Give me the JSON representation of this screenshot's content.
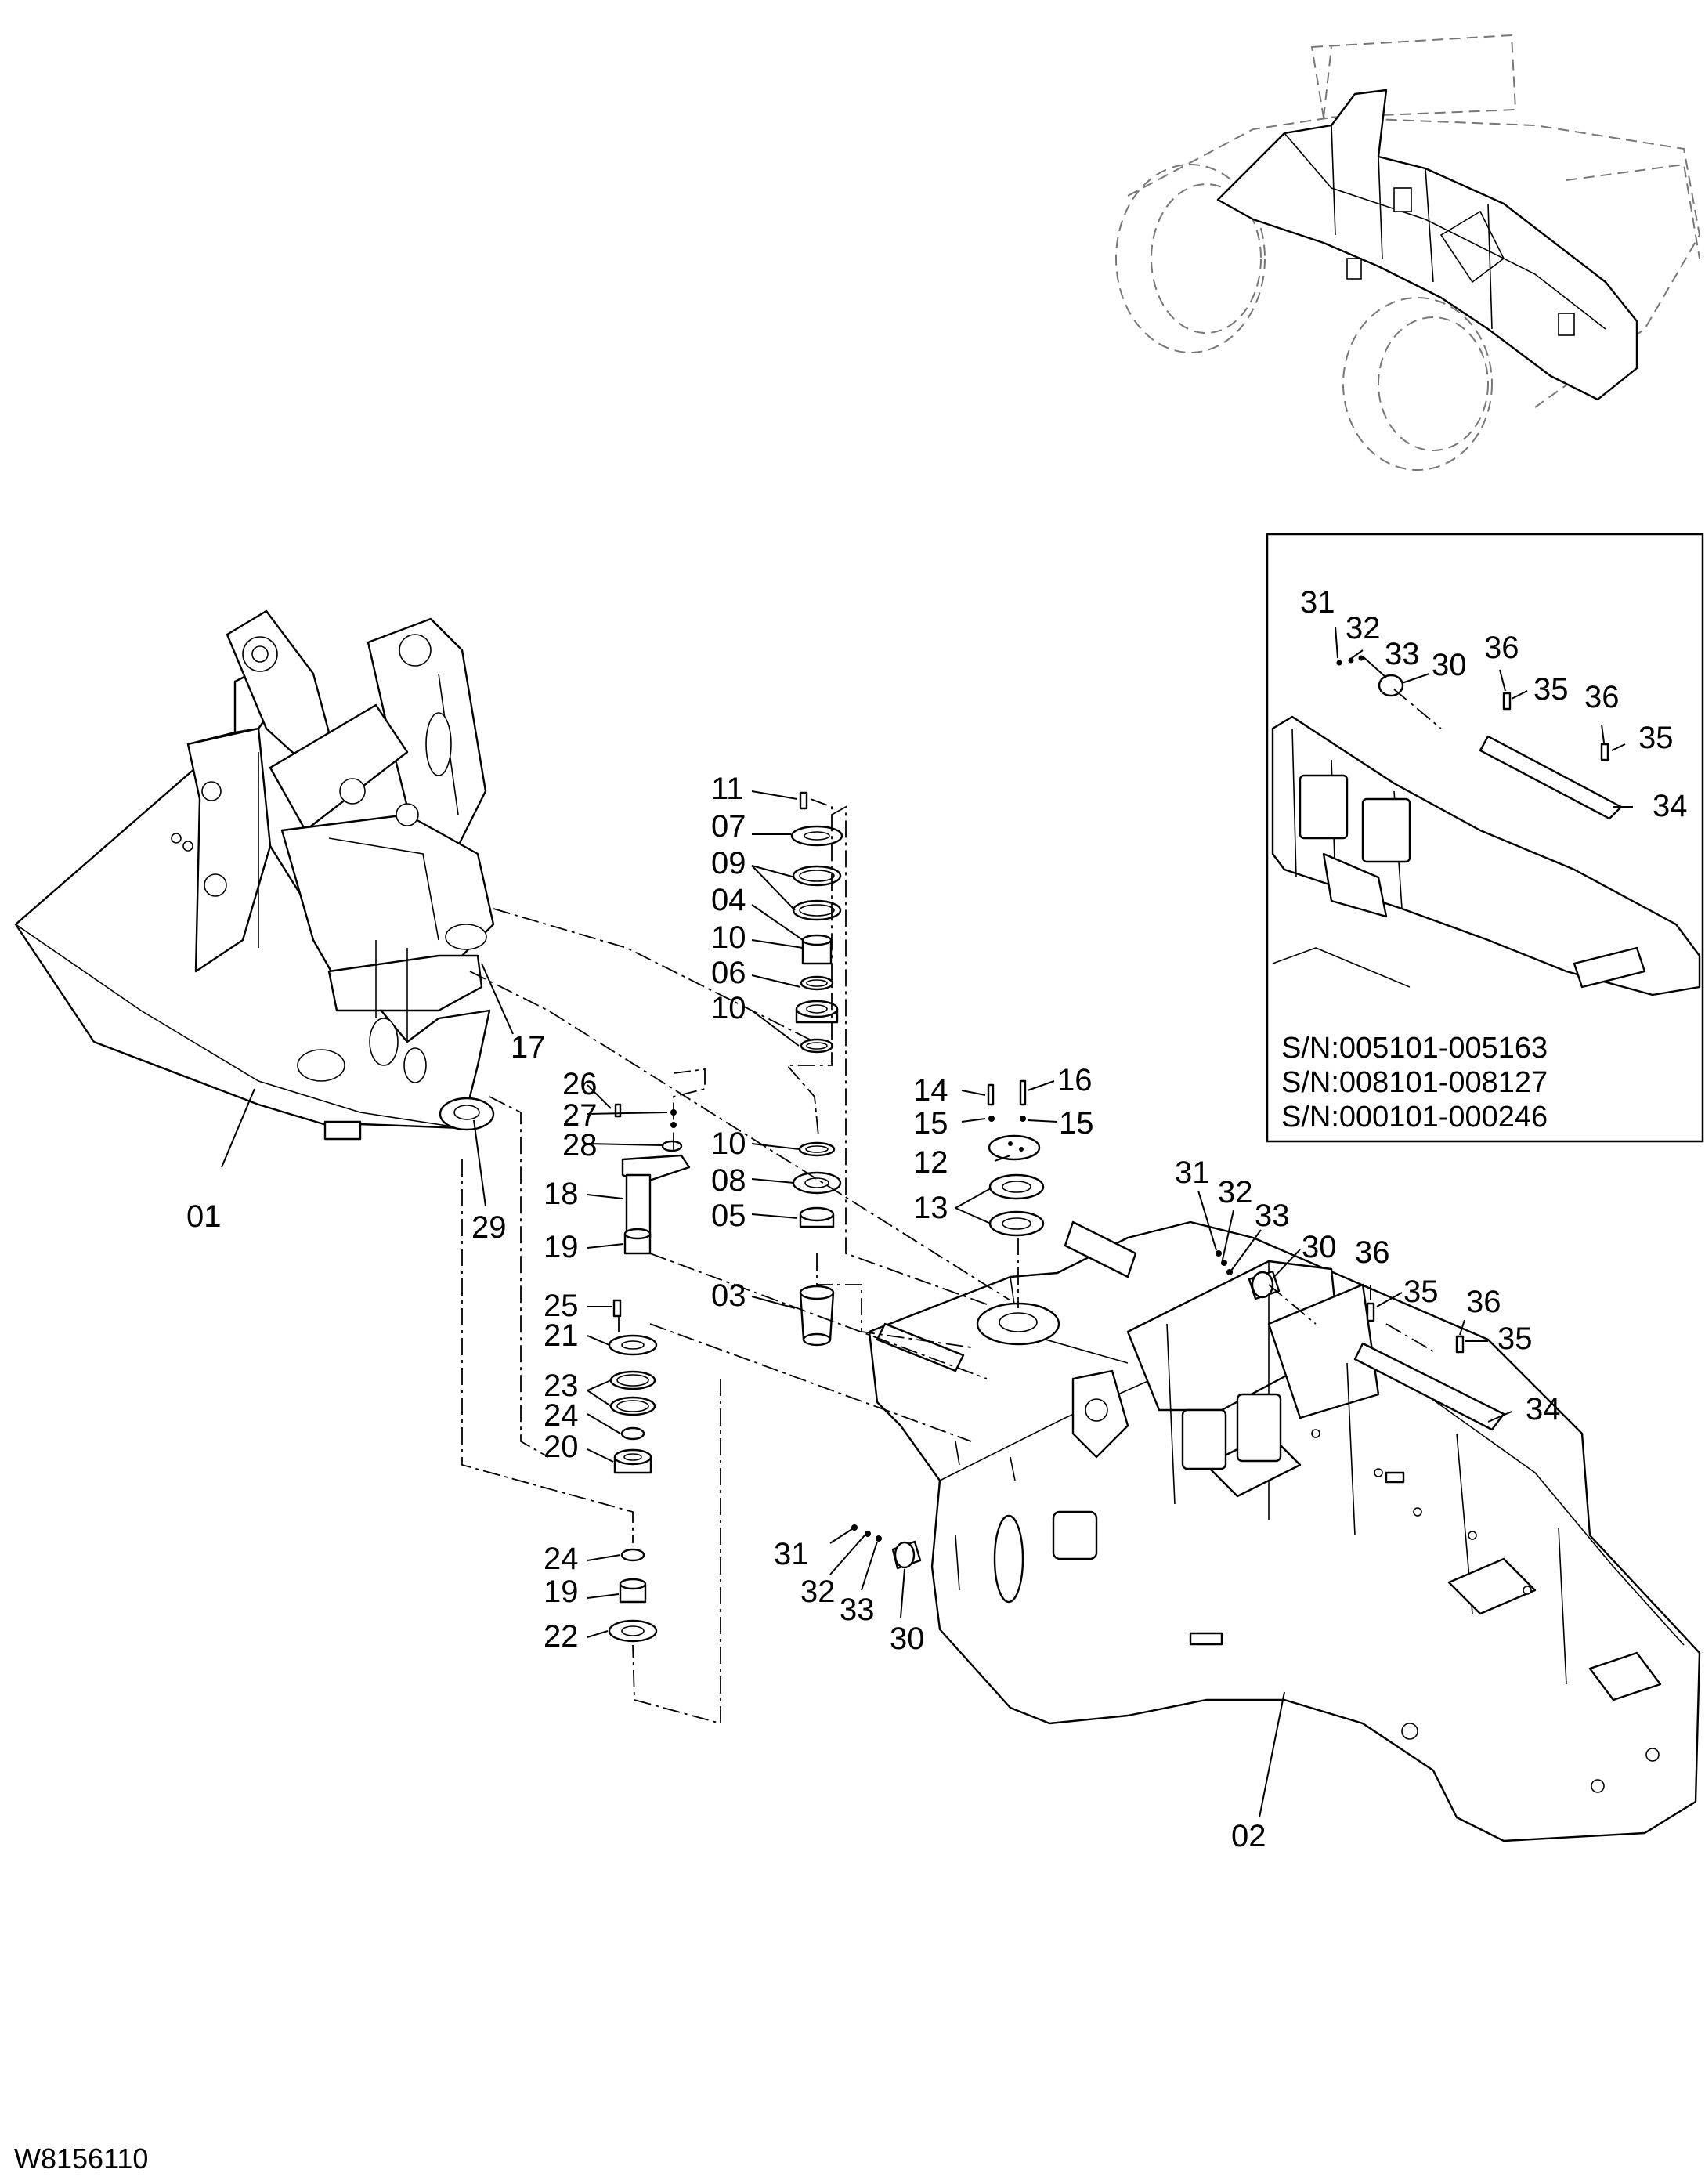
{
  "diagram": {
    "code": "W8156110",
    "callouts": [
      {
        "id": "c01",
        "text": "01"
      },
      {
        "id": "c02",
        "text": "02"
      },
      {
        "id": "c03",
        "text": "03"
      },
      {
        "id": "c04",
        "text": "04"
      },
      {
        "id": "c05",
        "text": "05"
      },
      {
        "id": "c06",
        "text": "06"
      },
      {
        "id": "c07",
        "text": "07"
      },
      {
        "id": "c08",
        "text": "08"
      },
      {
        "id": "c09",
        "text": "09"
      },
      {
        "id": "c10a",
        "text": "10"
      },
      {
        "id": "c10b",
        "text": "10"
      },
      {
        "id": "c10c",
        "text": "10"
      },
      {
        "id": "c11",
        "text": "11"
      },
      {
        "id": "c12",
        "text": "12"
      },
      {
        "id": "c13",
        "text": "13"
      },
      {
        "id": "c14",
        "text": "14"
      },
      {
        "id": "c15a",
        "text": "15"
      },
      {
        "id": "c15b",
        "text": "15"
      },
      {
        "id": "c16",
        "text": "16"
      },
      {
        "id": "c17",
        "text": "17"
      },
      {
        "id": "c18",
        "text": "18"
      },
      {
        "id": "c19a",
        "text": "19"
      },
      {
        "id": "c19b",
        "text": "19"
      },
      {
        "id": "c20",
        "text": "20"
      },
      {
        "id": "c21",
        "text": "21"
      },
      {
        "id": "c22",
        "text": "22"
      },
      {
        "id": "c23",
        "text": "23"
      },
      {
        "id": "c24a",
        "text": "24"
      },
      {
        "id": "c24b",
        "text": "24"
      },
      {
        "id": "c25",
        "text": "25"
      },
      {
        "id": "c26",
        "text": "26"
      },
      {
        "id": "c27",
        "text": "27"
      },
      {
        "id": "c28",
        "text": "28"
      },
      {
        "id": "c29",
        "text": "29"
      },
      {
        "id": "c30a",
        "text": "30"
      },
      {
        "id": "c31a",
        "text": "31"
      },
      {
        "id": "c32a",
        "text": "32"
      },
      {
        "id": "c33a",
        "text": "33"
      },
      {
        "id": "c30b",
        "text": "30"
      },
      {
        "id": "c31b",
        "text": "31"
      },
      {
        "id": "c32b",
        "text": "32"
      },
      {
        "id": "c33b",
        "text": "33"
      },
      {
        "id": "c34a",
        "text": "34"
      },
      {
        "id": "c35a",
        "text": "35"
      },
      {
        "id": "c35b",
        "text": "35"
      },
      {
        "id": "c36a",
        "text": "36"
      },
      {
        "id": "c36b",
        "text": "36"
      },
      {
        "id": "c30c",
        "text": "30"
      },
      {
        "id": "c31c",
        "text": "31"
      },
      {
        "id": "c32c",
        "text": "32"
      },
      {
        "id": "c33c",
        "text": "33"
      },
      {
        "id": "c34b",
        "text": "34"
      },
      {
        "id": "c35c",
        "text": "35"
      },
      {
        "id": "c35d",
        "text": "35"
      },
      {
        "id": "c36c",
        "text": "36"
      },
      {
        "id": "c36d",
        "text": "36"
      }
    ],
    "inset": {
      "serials": [
        "S/N:005101-005163",
        "S/N:008101-008127",
        "S/N:000101-000246"
      ]
    }
  }
}
